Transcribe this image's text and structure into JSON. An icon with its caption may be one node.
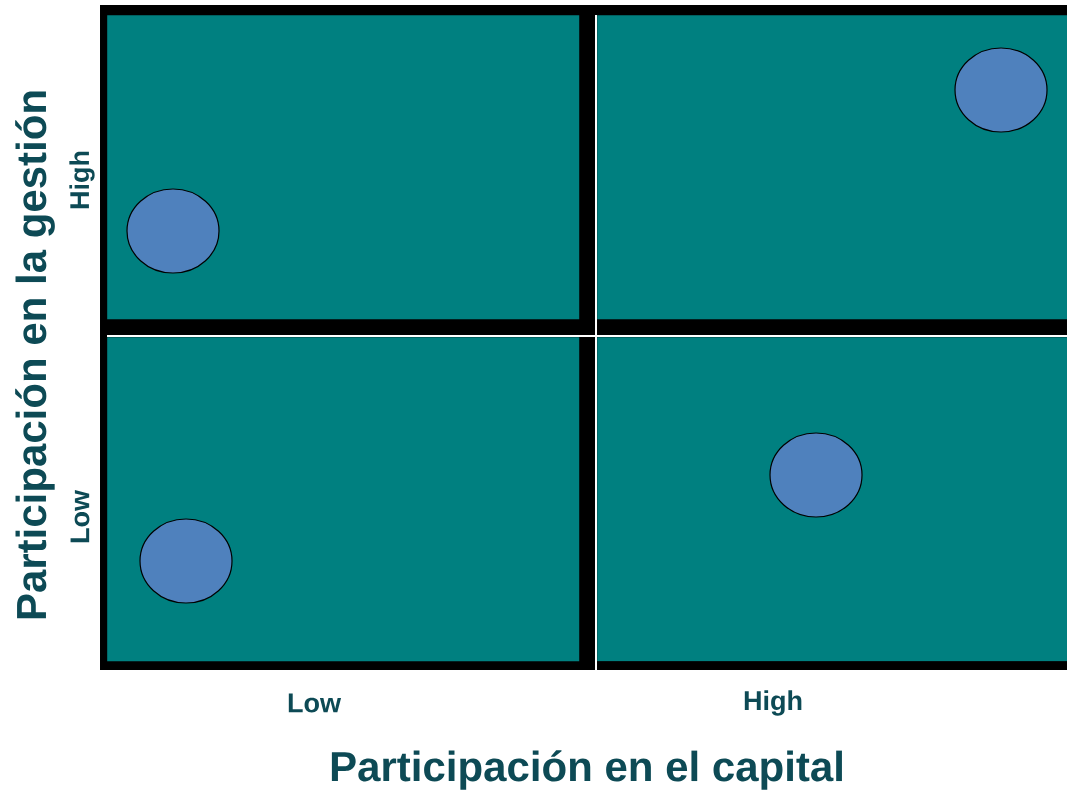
{
  "diagram": {
    "nodes": [
      {
        "text": [],
        "shape": "box"
      },
      {
        "text": [],
        "shape": "circle",
        "in": 0
      },
      {
        "text": [],
        "shape": "box"
      },
      {
        "text": [],
        "shape": "circle",
        "in": 2
      },
      {
        "text": [],
        "shape": "box"
      },
      {
        "text": [],
        "shape": "circle",
        "in": 4
      },
      {
        "text": [],
        "shape": "box"
      },
      {
        "text": [],
        "shape": "circle",
        "in": 6
      }
    ],
    "labels": [
      "Participación en la gestión",
      "High",
      "Low",
      "Low",
      "High",
      "Participación en el capital"
    ]
  }
}
